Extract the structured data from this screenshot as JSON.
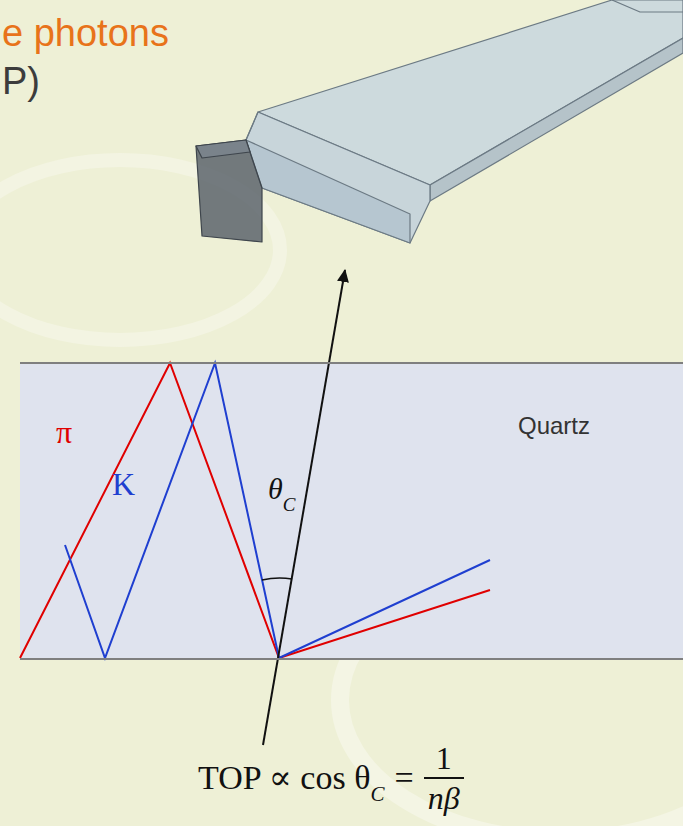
{
  "diagram": {
    "nodes": [
      {
        "text": [
          "Quartz"
        ]
      }
    ],
    "labels": [
      "e photons",
      "P)",
      "π",
      "K",
      "θ",
      "C",
      "TOP ∝ cos θ",
      "C",
      "=",
      "1",
      "nβ"
    ]
  }
}
